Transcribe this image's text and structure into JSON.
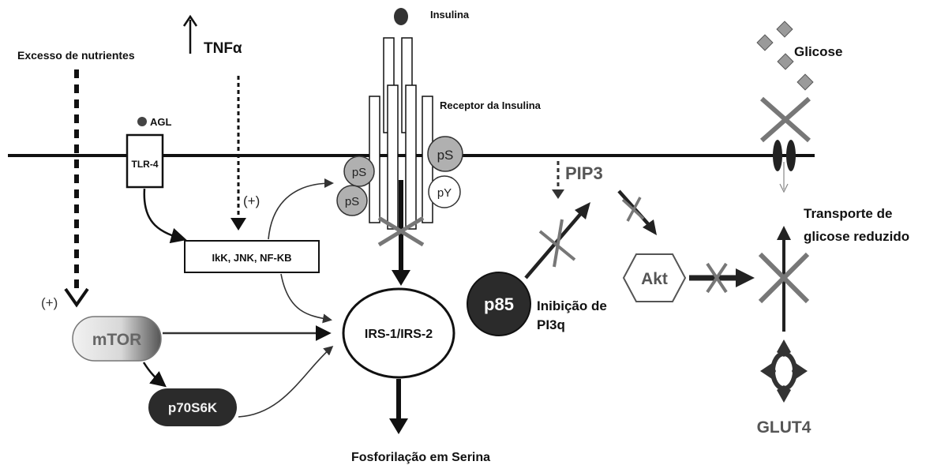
{
  "labels": {
    "excesso": "Excesso de nutrientes",
    "tnf": "TNFα",
    "insulina": "Insulina",
    "receptor": "Receptor da Insulina",
    "glicose": "Glicose",
    "agl": "AGL",
    "tlr4": "TLR-4",
    "plus_left": "(+)",
    "plus_mid": "(+)",
    "ikk": "IkK, JNK, NF-KB",
    "ps1": "pS",
    "ps2": "pS",
    "ps3": "pS",
    "py": "pY",
    "pip3": "PIP3",
    "transporte1": "Transporte de",
    "transporte2": "glicose reduzido",
    "akt": "Akt",
    "p85": "p85",
    "inib1": "Inibição de",
    "inib2": "PI3q",
    "mtor": "mTOR",
    "irs": "IRS-1/IRS-2",
    "p70": "p70S6K",
    "glut4": "GLUT4",
    "fosfo": "Fosforilação em Serina"
  },
  "colors": {
    "line": "#111111",
    "x_mark": "#7a7a7a",
    "glucose": "#9a9a9a",
    "dark_node": "#2b2b2b",
    "gray_text": "#555555"
  }
}
